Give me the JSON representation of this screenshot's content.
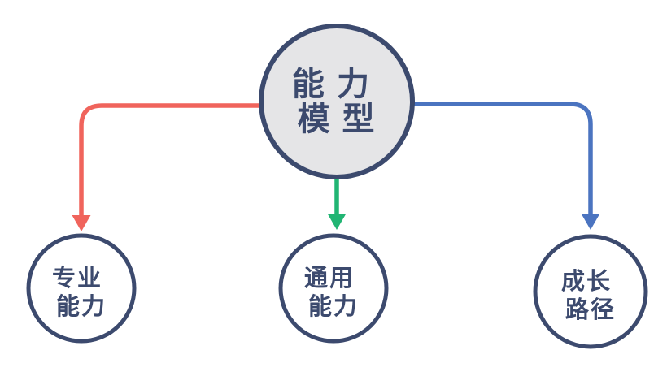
{
  "diagram": {
    "type": "mindmap-tree",
    "nodes": {
      "center": {
        "id": "capability-model",
        "lines": [
          "能 力",
          "模 型"
        ]
      },
      "left": {
        "id": "professional-ability",
        "lines": [
          "专业",
          "能力"
        ]
      },
      "middle": {
        "id": "general-ability",
        "lines": [
          "通用",
          "能力"
        ]
      },
      "right": {
        "id": "growth-path",
        "lines": [
          "成长",
          "路径"
        ]
      }
    },
    "edges": [
      {
        "from": "capability-model",
        "to": "professional-ability",
        "color": "#f0645c"
      },
      {
        "from": "capability-model",
        "to": "general-ability",
        "color": "#21b573"
      },
      {
        "from": "capability-model",
        "to": "growth-path",
        "color": "#4b74c0"
      }
    ],
    "colors": {
      "node_border": "#3c4a6e",
      "node_text": "#3c4a6e",
      "center_fill": "#e5e5e7",
      "leaf_fill": "#ffffff",
      "connector_left": "#f0645c",
      "connector_middle": "#21b573",
      "connector_right": "#4b74c0",
      "background": "#ffffff"
    }
  }
}
